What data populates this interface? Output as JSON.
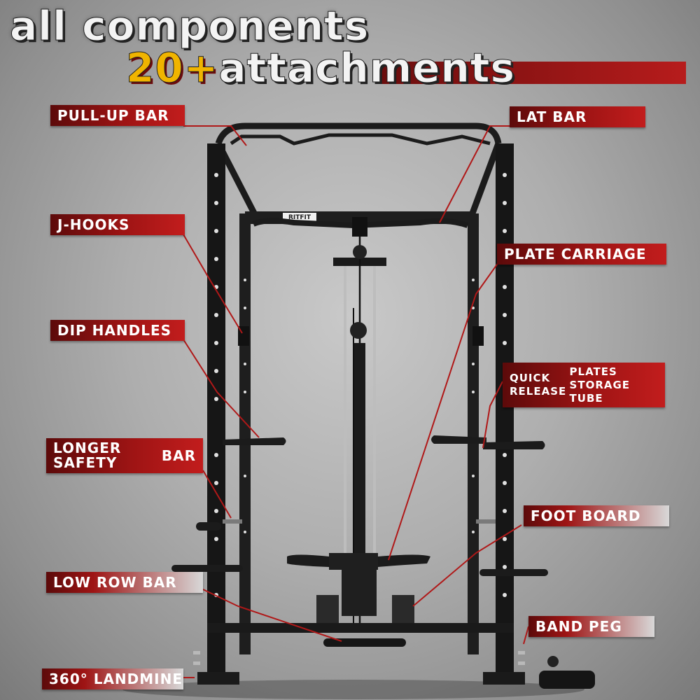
{
  "headline": {
    "line1": "all components",
    "accent": "20+",
    "line2": "attachments"
  },
  "brand_logo": "RITFIT",
  "labels": {
    "pull_up_bar": "PULL-UP BAR",
    "lat_bar": "LAT BAR",
    "j_hooks": "J-HOOKS",
    "plate_carriage": "PLATE CARRIAGE",
    "dip_handles": "DIP HANDLES",
    "quick_release_line1": "QUICK RELEASE",
    "quick_release_line2": "PLATES STORAGE TUBE",
    "longer_safety_line1": "LONGER SAFETY",
    "longer_safety_line2": "BAR",
    "foot_board": "FOOT BOARD",
    "low_row_bar": "LOW ROW BAR",
    "band_peg": "BAND PEG",
    "landmine": "360° LANDMINE"
  },
  "colors": {
    "label_dark": "#5c0a0a",
    "label_red": "#c21d1d",
    "leader_line": "#b01818",
    "accent_yellow": "#f0b400",
    "frame": "#1b1b1b"
  }
}
